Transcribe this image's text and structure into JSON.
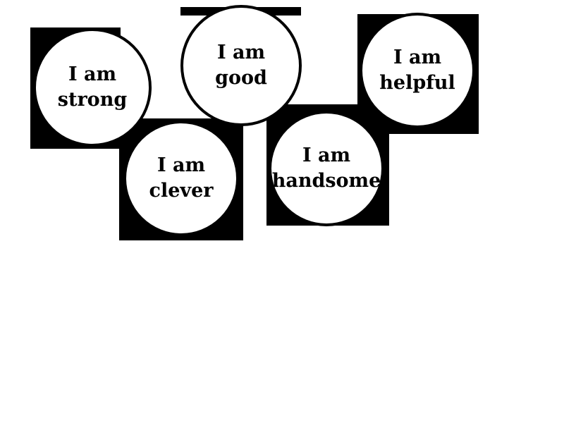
{
  "page": {
    "background_color": "#ffffff"
  },
  "colors": {
    "backdrop": "#000000",
    "circle_fill": "#ffffff",
    "circle_outline": "#000000",
    "text": "#000000"
  },
  "cards": [
    {
      "id": "strong",
      "line1": "I am",
      "line2": "strong"
    },
    {
      "id": "good",
      "line1": "I am",
      "line2": "good"
    },
    {
      "id": "helpful",
      "line1": "I am",
      "line2": "helpful"
    },
    {
      "id": "clever",
      "line1": "I am",
      "line2": "clever"
    },
    {
      "id": "handsome",
      "line1": "I am",
      "line2": "handsome"
    }
  ]
}
